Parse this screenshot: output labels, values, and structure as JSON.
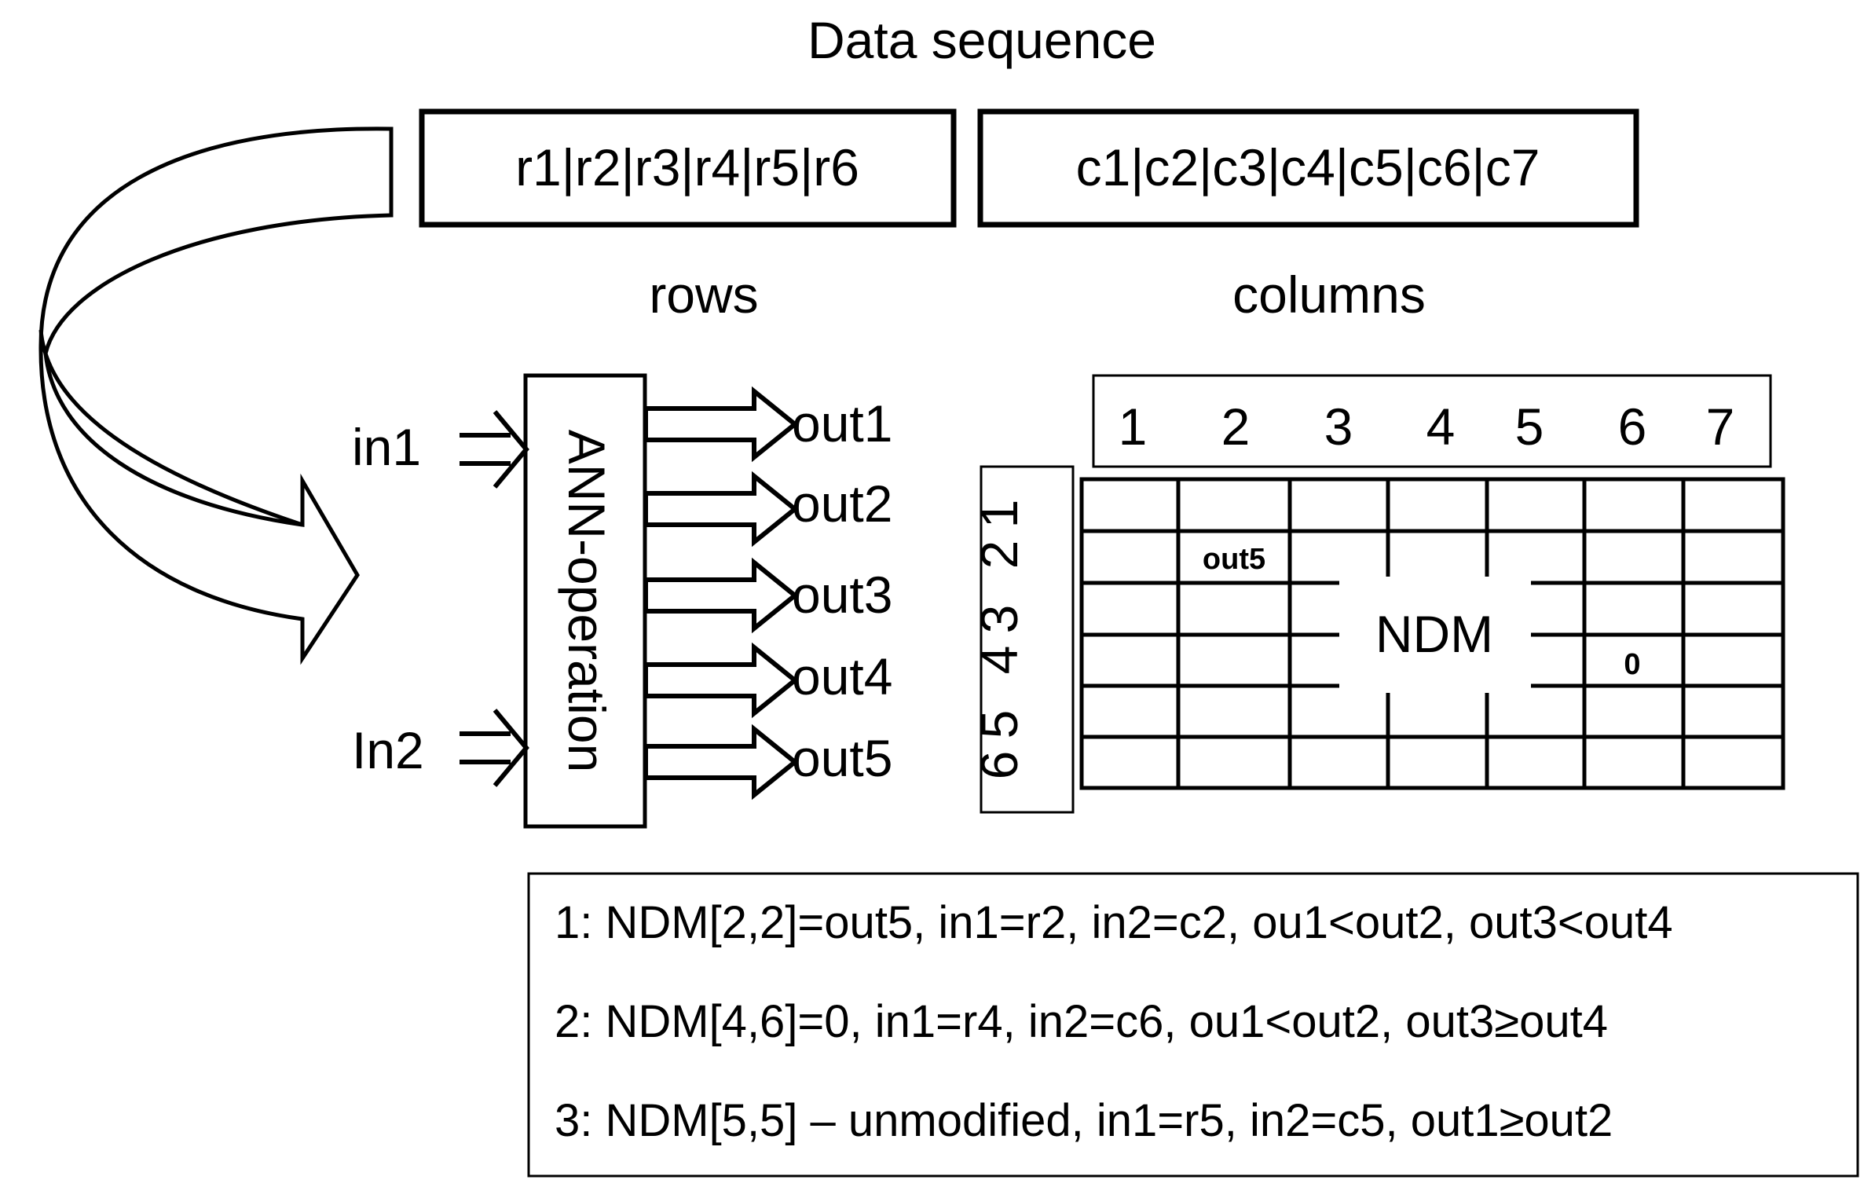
{
  "title": "Data sequence",
  "sequence": {
    "rows_box": "r1|r2|r3|r4|r5|r6",
    "cols_box": "c1|c2|c3|c4|c5|c6|c7",
    "rows_label": "rows",
    "cols_label": "columns"
  },
  "ann": {
    "block_label": "ANN-operation",
    "inputs": [
      "in1",
      "In2"
    ],
    "outputs": [
      "out1",
      "out2",
      "out3",
      "out4",
      "out5"
    ]
  },
  "matrix": {
    "column_indices": [
      "1",
      "2",
      "3",
      "4",
      "5",
      "6",
      "7"
    ],
    "row_indices": [
      "1",
      "2",
      "3",
      "4",
      "5",
      "6"
    ],
    "center_label": "NDM",
    "cell_out5": "out5",
    "cell_zero": "0"
  },
  "legend": [
    "1: NDM[2,2]=out5, in1=r2, in2=c2, ou1<out2, out3<out4",
    "2: NDM[4,6]=0, in1=r4, in2=c6, ou1<out2, out3≥out4",
    "3: NDM[5,5] – unmodified, in1=r5, in2=c5, out1≥out2"
  ]
}
